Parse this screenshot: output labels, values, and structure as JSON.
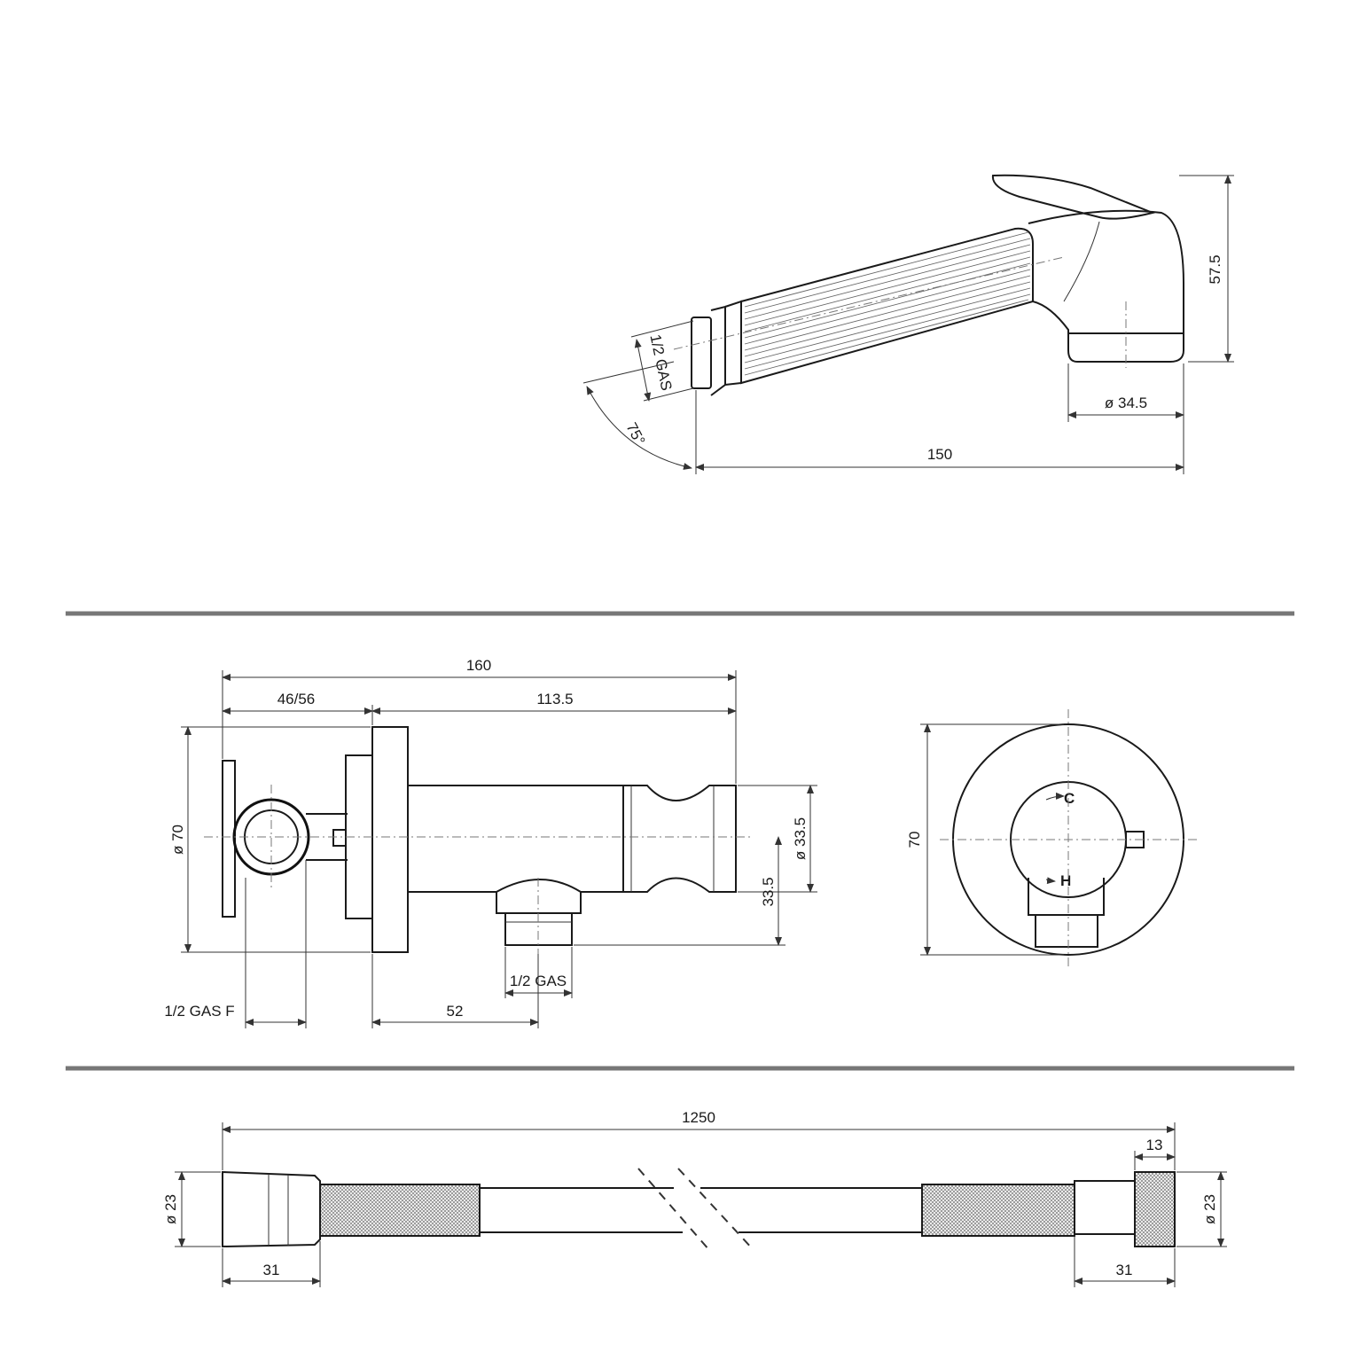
{
  "handset": {
    "thread_label": "1/2 GAS",
    "angle_label": "75°",
    "height_label": "57.5",
    "diameter_label": "ø 34.5",
    "length_label": "150"
  },
  "valve": {
    "total_length_label": "160",
    "wall_depth_label": "46/56",
    "body_length_label": "113.5",
    "flange_diameter_label": "ø 70",
    "body_diameter_label": "ø 33.5",
    "outlet_height_label": "33.5",
    "inlet_label": "1/2 GAS F",
    "outlet_thread_label": "1/2 GAS",
    "outlet_offset_label": "52",
    "front_diameter_label": "70",
    "cold_mark": "C",
    "hot_mark": "H"
  },
  "hose": {
    "length_label": "1250",
    "nut_width_label": "13",
    "left_diameter_label": "ø 23",
    "right_diameter_label": "ø 23",
    "left_fitting_label": "31",
    "right_fitting_label": "31"
  }
}
